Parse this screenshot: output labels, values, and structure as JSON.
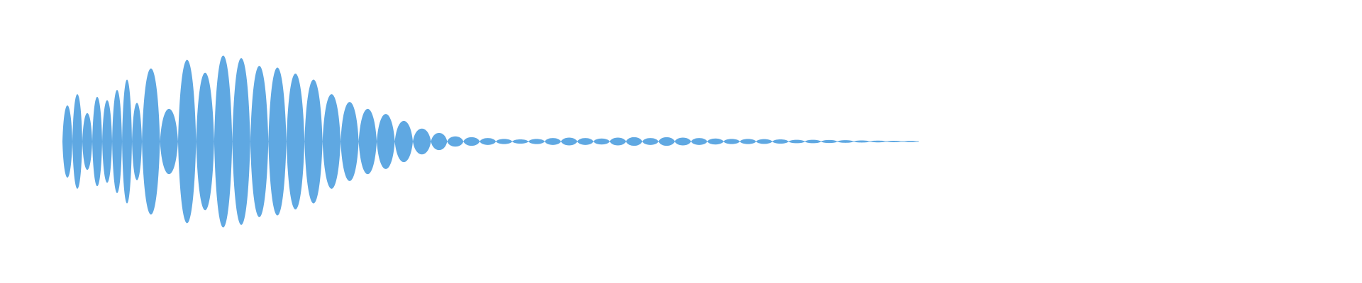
{
  "colors": {
    "background": "#ffffff",
    "waveform": "#5fa8e2"
  },
  "waveform": {
    "channels": 1,
    "shape": "symmetric-envelope",
    "lobes": [
      {
        "amp": 0.42
      },
      {
        "amp": 0.55
      },
      {
        "amp": 0.33
      },
      {
        "amp": 0.52
      },
      {
        "amp": 0.48
      },
      {
        "amp": 0.6
      },
      {
        "amp": 0.72
      },
      {
        "amp": 0.45
      },
      {
        "amp": 0.85
      },
      {
        "amp": 0.38
      },
      {
        "amp": 0.95
      },
      {
        "amp": 0.8
      },
      {
        "amp": 1.0
      },
      {
        "amp": 0.97
      },
      {
        "amp": 0.88
      },
      {
        "amp": 0.86
      },
      {
        "amp": 0.79
      },
      {
        "amp": 0.72
      },
      {
        "amp": 0.55
      },
      {
        "amp": 0.46
      },
      {
        "amp": 0.38
      },
      {
        "amp": 0.32
      },
      {
        "amp": 0.24
      },
      {
        "amp": 0.15
      },
      {
        "amp": 0.1
      },
      {
        "amp": 0.06
      },
      {
        "amp": 0.05
      },
      {
        "amp": 0.04
      },
      {
        "amp": 0.03
      },
      {
        "amp": 0.025
      },
      {
        "amp": 0.03
      },
      {
        "amp": 0.04
      },
      {
        "amp": 0.045
      },
      {
        "amp": 0.04
      },
      {
        "amp": 0.035
      },
      {
        "amp": 0.045
      },
      {
        "amp": 0.05
      },
      {
        "amp": 0.04
      },
      {
        "amp": 0.05
      },
      {
        "amp": 0.045
      },
      {
        "amp": 0.04
      },
      {
        "amp": 0.035
      },
      {
        "amp": 0.03
      },
      {
        "amp": 0.03
      },
      {
        "amp": 0.028
      },
      {
        "amp": 0.025
      },
      {
        "amp": 0.02
      },
      {
        "amp": 0.02
      },
      {
        "amp": 0.018
      },
      {
        "amp": 0.015
      },
      {
        "amp": 0.012
      },
      {
        "amp": 0.01
      },
      {
        "amp": 0.008
      },
      {
        "amp": 0.006
      }
    ]
  }
}
